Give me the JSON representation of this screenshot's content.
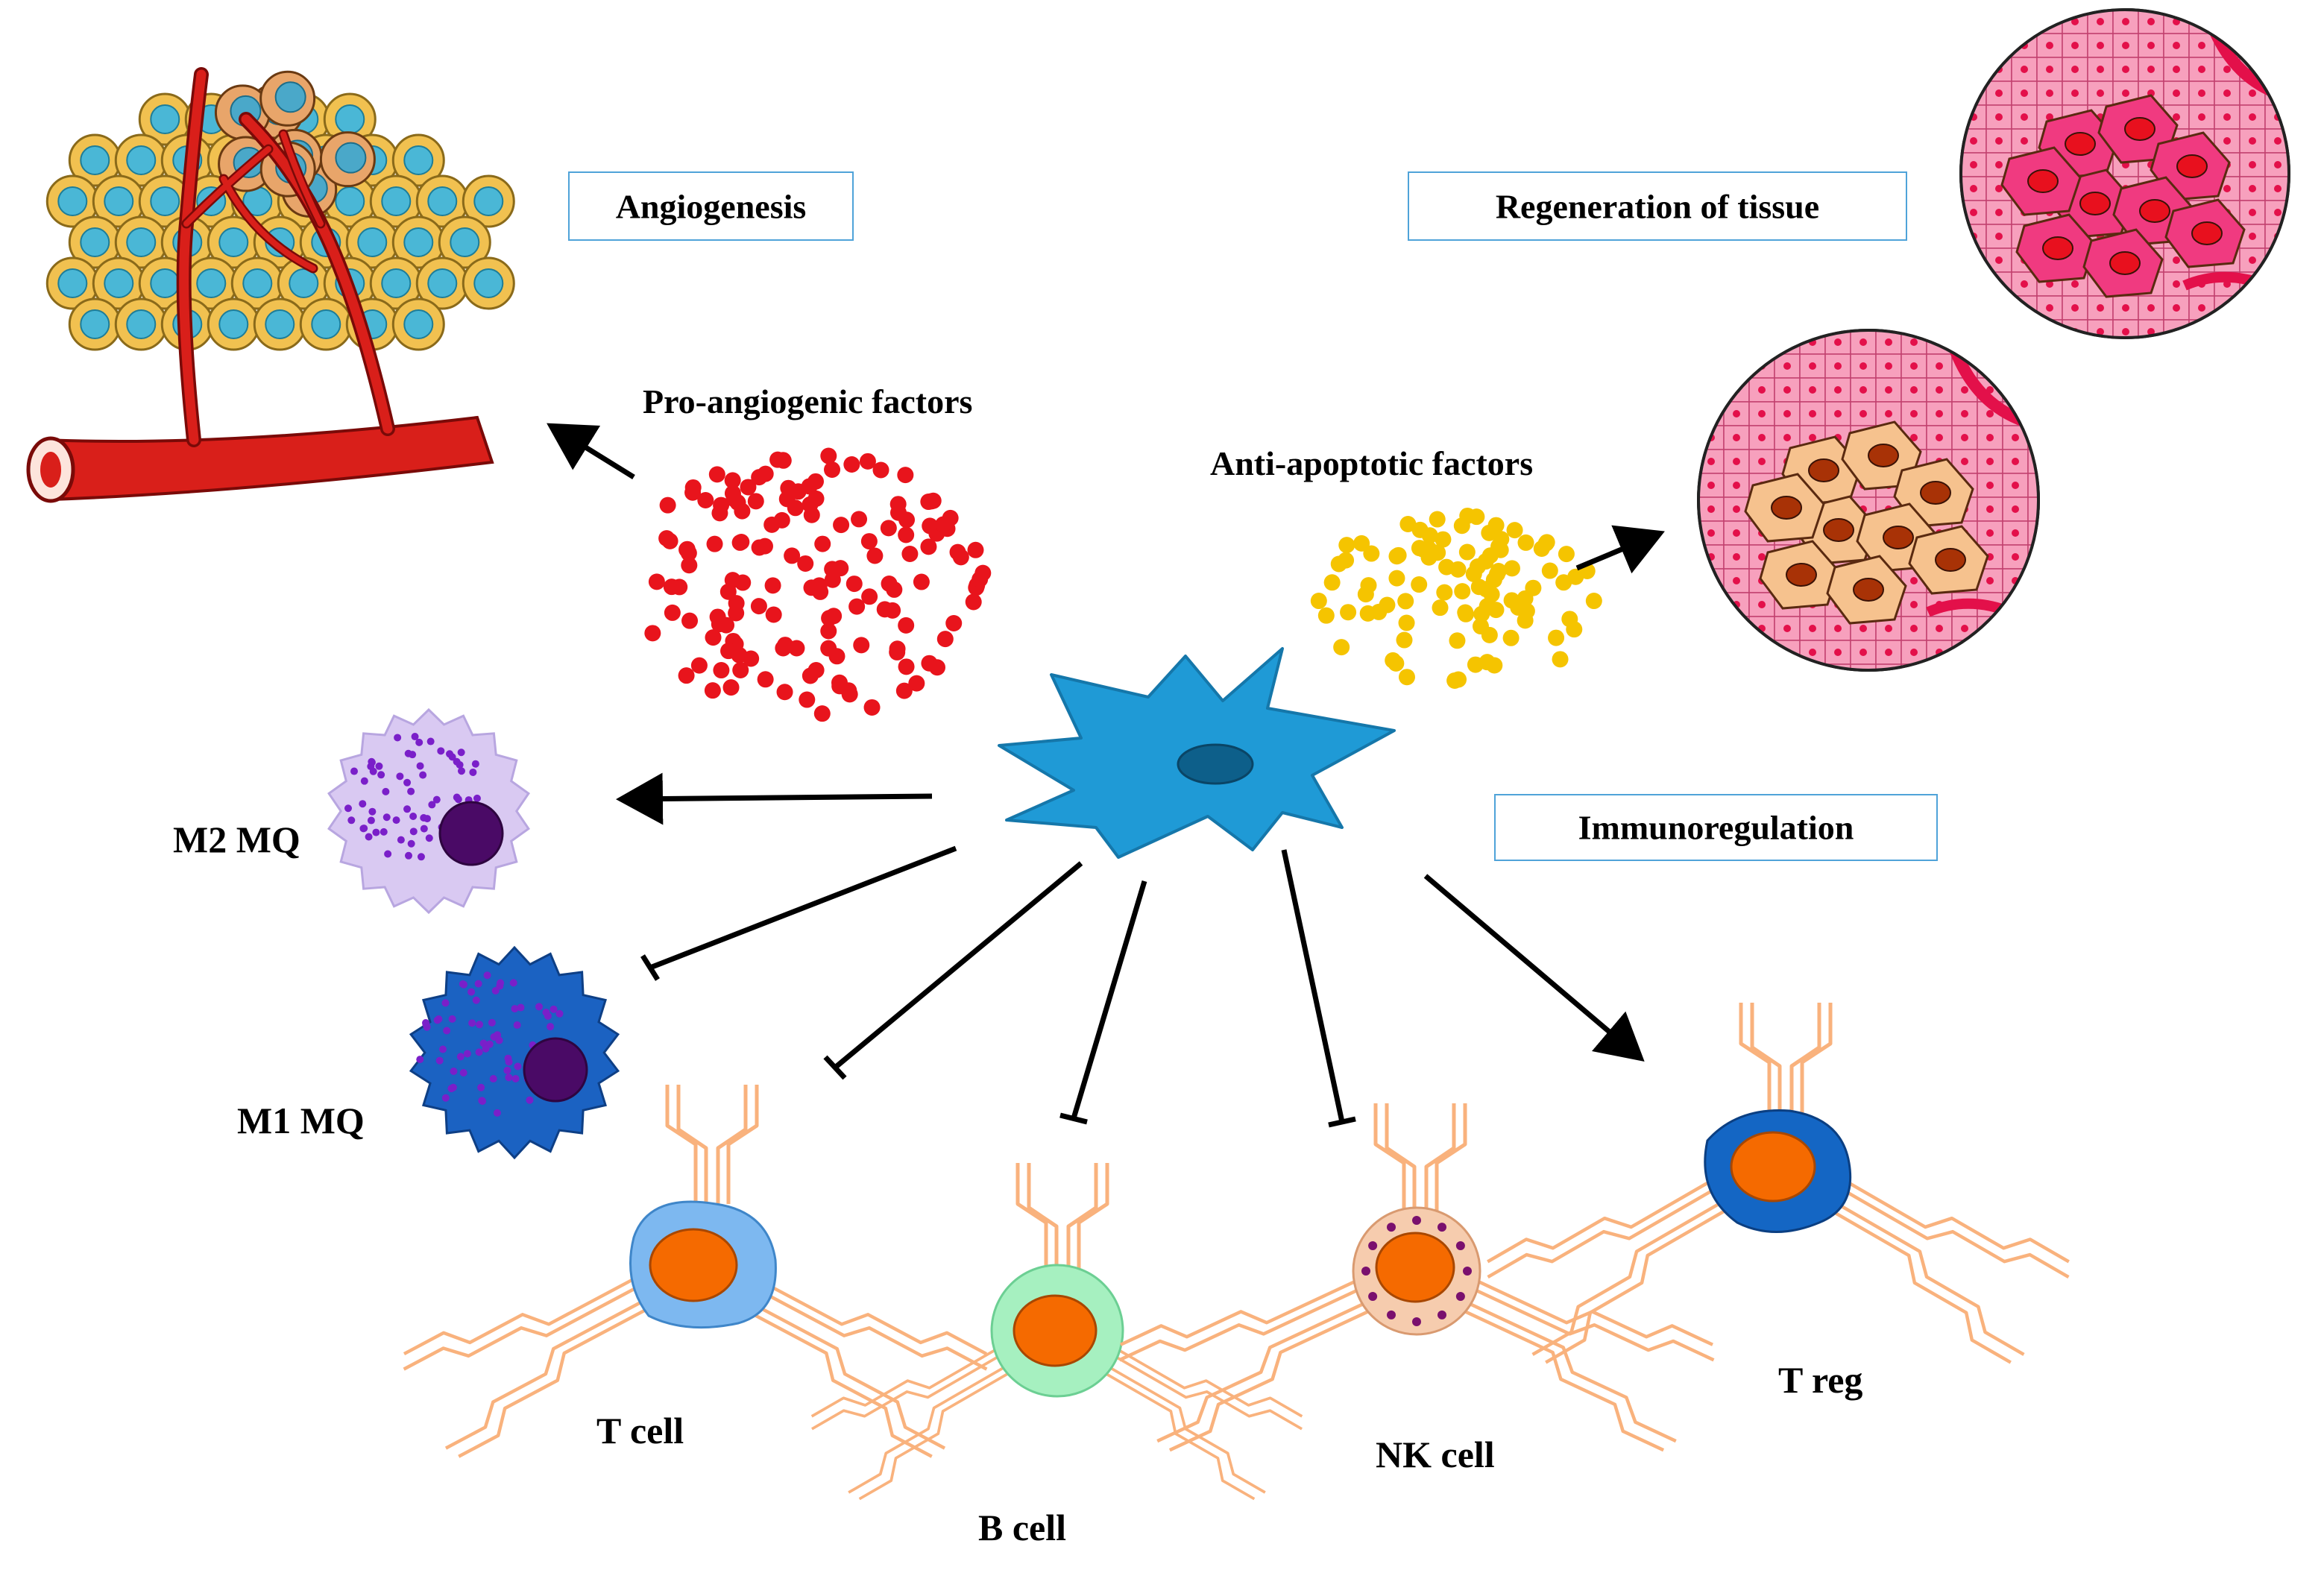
{
  "labels": {
    "angiogenesis": "Angiogenesis",
    "regeneration": "Regeneration of tissue",
    "pro_angiogenic": "Pro-angiogenic factors",
    "anti_apoptotic": "Anti-apoptotic factors",
    "immunoregulation": "Immunoregulation",
    "m2": "M2 MQ",
    "m1": "M1 MQ",
    "t_cell": "T cell",
    "b_cell": "B cell",
    "nk_cell": "NK cell",
    "t_reg": "T reg"
  },
  "colors": {
    "pro_angiogenic_dots": "#e8141c",
    "anti_apoptotic_dots": "#f5c400",
    "stem_cell": "#1f9ad6",
    "vessel": "#d91f1a",
    "m2": "#d9c9f2",
    "m1": "#1b62c2",
    "t_cell": "#7db8f0",
    "b_cell": "#a6f0c0",
    "nk_cell": "#f6ccae",
    "t_reg": "#1466c4",
    "nucleus": "#f56a00",
    "receptor": "#f9b27d",
    "box_border": "#4fa3d9"
  }
}
